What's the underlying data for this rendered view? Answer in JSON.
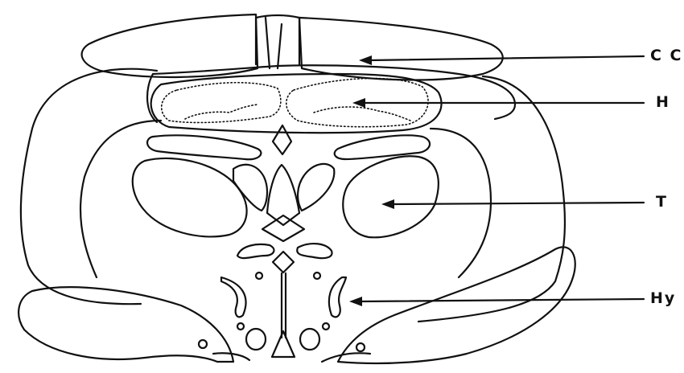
{
  "labels": {
    "cc": "C C",
    "h": "H",
    "t": "T",
    "hy": "Hy"
  },
  "colors": {
    "ink": "#111111",
    "background": "#ffffff"
  }
}
